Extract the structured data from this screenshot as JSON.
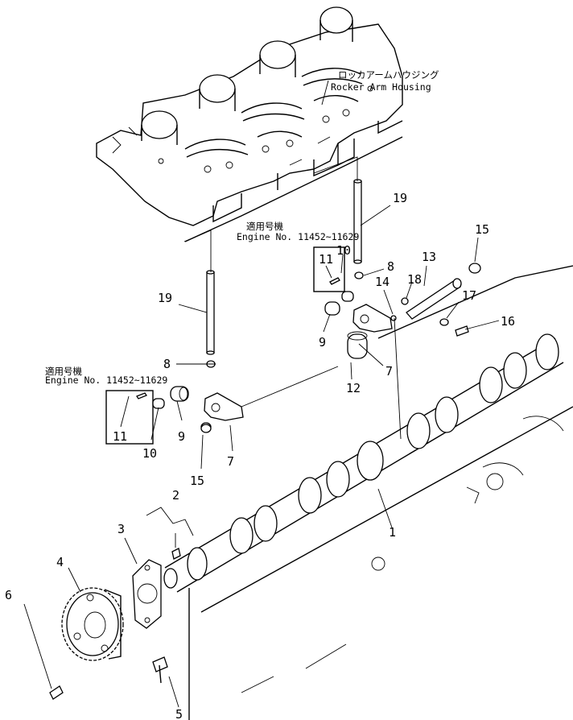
{
  "labels": {
    "housing_jp": "ロッカアームハウジング",
    "housing_en": "Rocker  Arm  Housing",
    "engine_jp": "適用号機",
    "engine_no_a": "Engine  No. 11452~11629",
    "engine_no_b": "Engine  No. 11452~11629"
  },
  "callouts": {
    "p1": "1",
    "p2": "2",
    "p3": "3",
    "p4": "4",
    "p5": "5",
    "p6": "6",
    "p7a": "7",
    "p7b": "7",
    "p8a": "8",
    "p8b": "8",
    "p9a": "9",
    "p9b": "9",
    "p10a": "10",
    "p10b": "10",
    "p11a": "11",
    "p11b": "11",
    "p12": "12",
    "p13": "13",
    "p14": "14",
    "p15a": "15",
    "p15b": "15",
    "p16": "16",
    "p17": "17",
    "p18": "18",
    "p19a": "19",
    "p19b": "19"
  }
}
